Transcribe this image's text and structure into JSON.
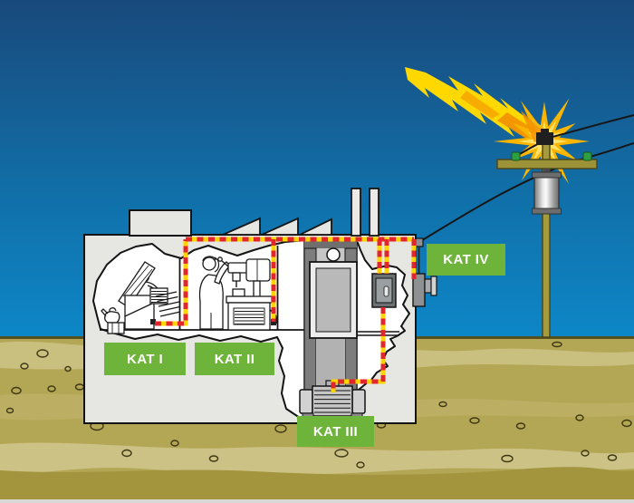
{
  "diagram": {
    "labels": {
      "kat_1": "KAT I",
      "kat_2": "KAT II",
      "kat_3": "KAT III",
      "kat_4": "KAT IV"
    },
    "colors": {
      "sky_top": "#19497c",
      "sky_bottom": "#0d87c8",
      "ground_base": "#b3a654",
      "ground_band_light": "#ccc285",
      "ground_band_dark": "#a2953e",
      "building_gray": "#e6e6e2",
      "interior_white": "#ffffff",
      "label_green": "#6fb43a",
      "label_text": "#ffffff",
      "zone_dash_red": "#e3262c",
      "zone_dash_yellow": "#ffd400",
      "lightning_yellow": "#ffd800",
      "lightning_orange": "#f29100",
      "starburst_outer": "#f9b500",
      "starburst_inner": "#ffe369",
      "pole_olive": "#a59b3c",
      "insulator_green": "#2f9e41",
      "outline_black": "#141414"
    },
    "icons": [
      "lightning-bolt-icon",
      "impact-starburst-icon",
      "utility-pole-icon",
      "transformer-icon",
      "power-line-icon",
      "service-entrance-icon",
      "fuse-box-icon",
      "elevator-icon",
      "elevator-motor-icon",
      "office-machine-icon",
      "drill-press-icon",
      "worker-icon",
      "watering-can-icon",
      "zone-boundary-icon"
    ]
  }
}
